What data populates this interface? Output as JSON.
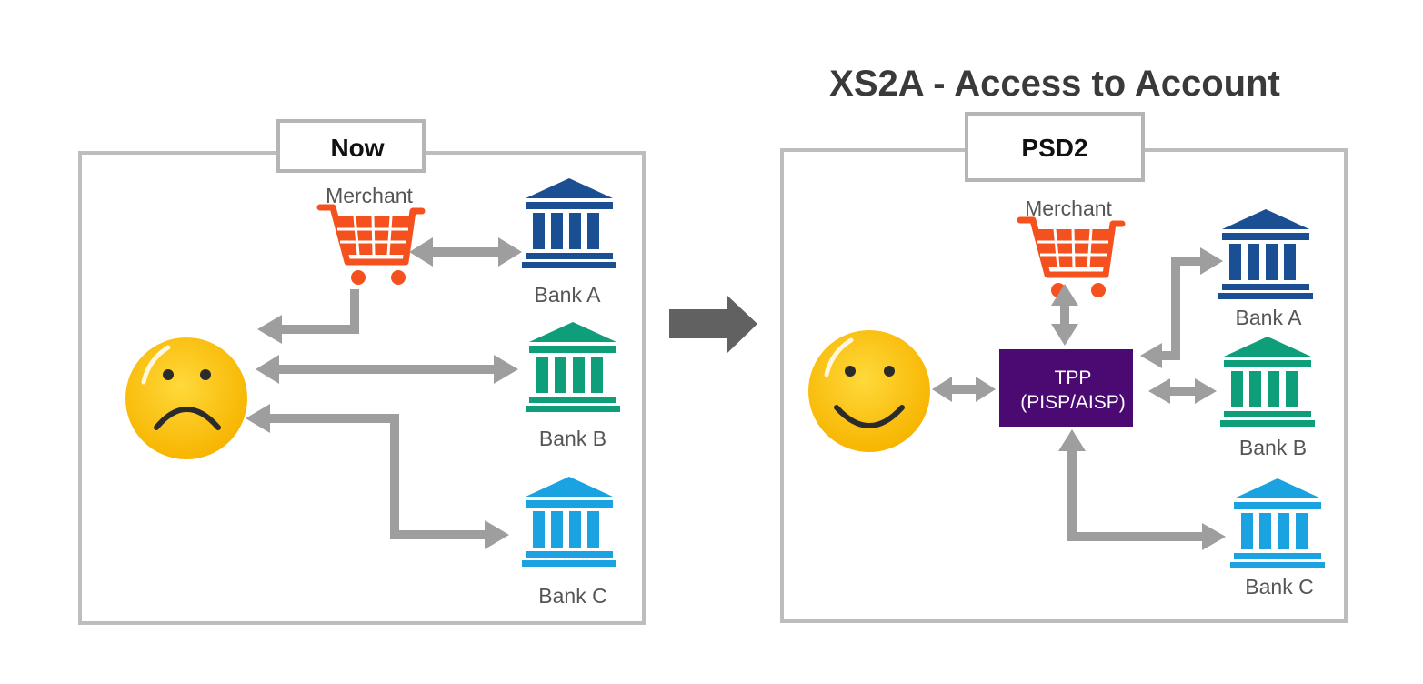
{
  "title": "XS2A - Access to Account",
  "colors": {
    "frame": "#bdbdbd",
    "arrow": "#9e9e9e",
    "transition_arrow": "#616161",
    "cart": "#f4511e",
    "bank_a": "#1b4f93",
    "bank_b": "#0f9e7a",
    "bank_c": "#1aa3e0",
    "tpp": "#4a0a72",
    "smiley": "#ffc90e"
  },
  "now_panel": {
    "tab_label": "Now",
    "merchant_label": "Merchant",
    "banks": [
      "Bank A",
      "Bank B",
      "Bank C"
    ],
    "customer_icon": "sad-face-icon"
  },
  "psd2_panel": {
    "tab_label": "PSD2",
    "merchant_label": "Merchant",
    "tpp_line1": "TPP",
    "tpp_line2": "(PISP/AISP)",
    "banks": [
      "Bank A",
      "Bank B",
      "Bank C"
    ],
    "customer_icon": "happy-face-icon"
  }
}
